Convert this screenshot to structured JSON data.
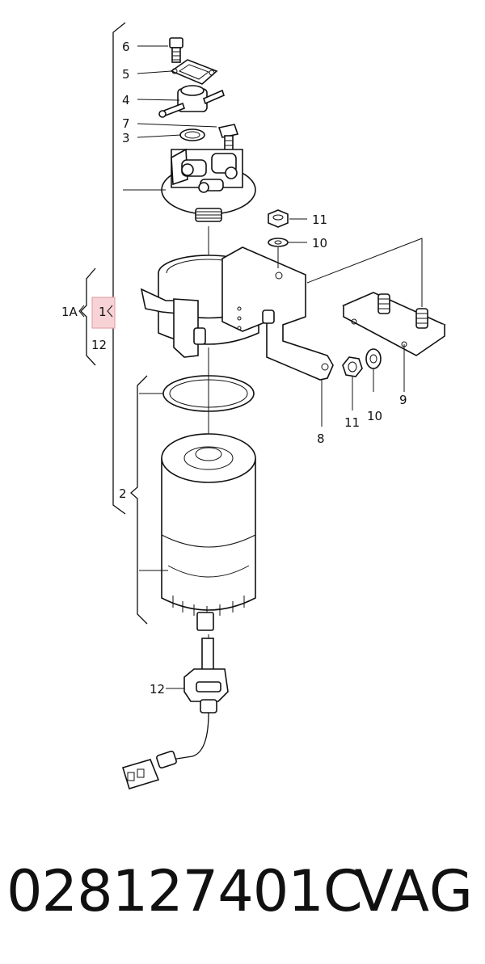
{
  "callouts": {
    "c6": "6",
    "c5": "5",
    "c4": "4",
    "c7": "7",
    "c3": "3",
    "c11a": "11",
    "c10a": "10",
    "c1a": "1A",
    "c1": "1",
    "c12a": "12",
    "c8": "8",
    "c11b": "11",
    "c10b": "10",
    "c9": "9",
    "c2": "2",
    "c12b": "12"
  },
  "colors": {
    "highlight_fill": "#f7d3d6",
    "highlight_stroke": "#e3a3aa",
    "ink": "#111111"
  },
  "footer": {
    "part_number": "028127401C",
    "brand": "VAG"
  }
}
